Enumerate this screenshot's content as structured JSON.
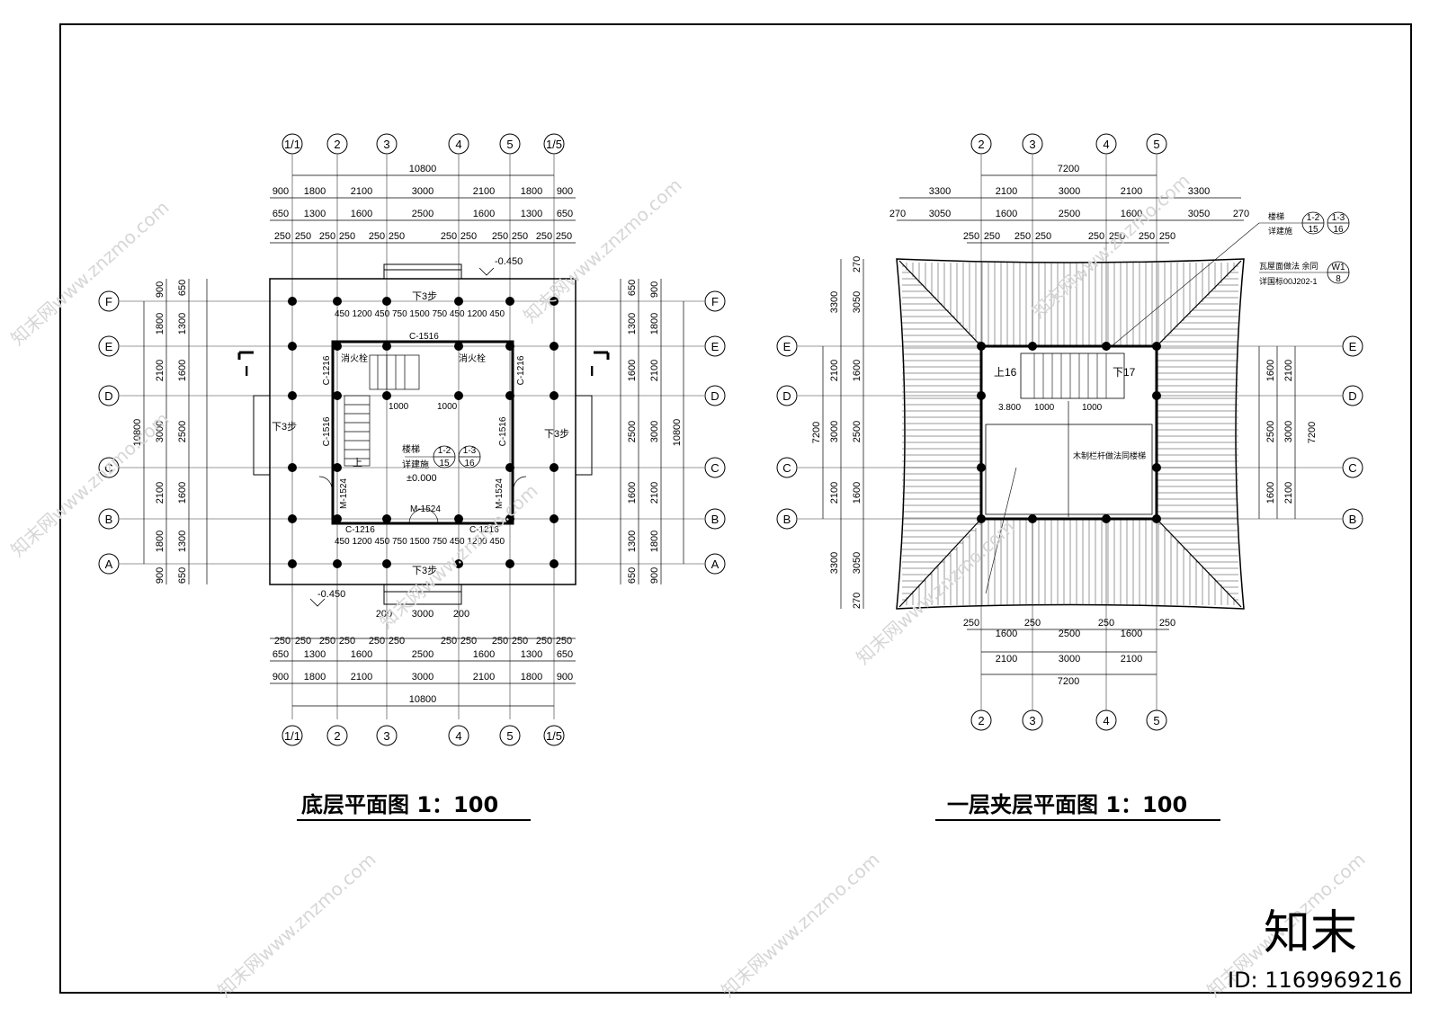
{
  "ground_plan": {
    "title": "底层平面图 1：100",
    "axes_top": [
      "1/1",
      "2",
      "3",
      "4",
      "5",
      "1/5"
    ],
    "axes_bottom": [
      "1/1",
      "2",
      "3",
      "4",
      "5",
      "1/5"
    ],
    "axes_left": [
      "F",
      "E",
      "D",
      "C",
      "B",
      "A"
    ],
    "axes_right": [
      "F",
      "E",
      "D",
      "C",
      "B",
      "A"
    ],
    "overall_dim": "10800",
    "row1": [
      "900",
      "1800",
      "2100",
      "3000",
      "2100",
      "1800",
      "900"
    ],
    "row2": [
      "650",
      "1300",
      "1600",
      "2500",
      "1600",
      "1300",
      "650"
    ],
    "row3": [
      "250",
      "250",
      "250",
      "250",
      "250",
      "250",
      "250",
      "250",
      "250",
      "250",
      "250",
      "250"
    ],
    "v_overall": "10800",
    "v_row1": [
      "900",
      "1800",
      "2100",
      "3000",
      "2100",
      "1800",
      "900"
    ],
    "v_row2": [
      "650",
      "1300",
      "1600",
      "2500",
      "1600",
      "1300",
      "650"
    ],
    "level_top": "-0.450",
    "level_bottom": "-0.450",
    "level_floor": "±0.000",
    "steps_top": "下3步",
    "steps_bottom": "下3步",
    "steps_left": "下3步",
    "steps_right": "下3步",
    "inner_top_dims": "450 1200 450 750 1500 750 450 1200 450",
    "inner_bottom_dims": "450 1200 450 750 1500 750 450 1200 450",
    "window_c1516_top": "C-1516",
    "window_c1216_left": "C-1216",
    "window_c1216_right": "C-1216",
    "window_c1516_left": "C-1516",
    "window_c1516_right": "C-1516",
    "window_c1216_bl": "C-1216",
    "window_c1216_br": "C-1216",
    "door_m1524_bottom": "M-1524",
    "door_m1524_left": "M-1524",
    "door_m1524_right": "M-1524",
    "hydrant_1": "消火栓",
    "hydrant_2": "消火栓",
    "dim_1000a": "1000",
    "dim_1000b": "1000",
    "stair_up": "上",
    "stair_note_1": "楼梯",
    "stair_note_2": "详建施",
    "stair_ref_a_top": "1-2",
    "stair_ref_a_bottom": "15",
    "stair_ref_b_top": "1-3",
    "stair_ref_b_bottom": "16",
    "section_mark": "I",
    "stair_bottom_dims": [
      "200",
      "3000",
      "200"
    ]
  },
  "mezz_plan": {
    "title": "一层夹层平面图 1：100",
    "axes_top": [
      "2",
      "3",
      "4",
      "5"
    ],
    "axes_bottom": [
      "2",
      "3",
      "4",
      "5"
    ],
    "axes_left": [
      "E",
      "D",
      "C",
      "B"
    ],
    "axes_right": [
      "E",
      "D",
      "C",
      "B"
    ],
    "overall_dim": "7200",
    "row1": [
      "3300",
      "2100",
      "3000",
      "2100",
      "3300"
    ],
    "row2": [
      "270",
      "3050",
      "1600",
      "2500",
      "1600",
      "3050",
      "270"
    ],
    "row3": [
      "250",
      "250",
      "250",
      "250",
      "250",
      "250",
      "250",
      "250"
    ],
    "v_overall": "7200",
    "v_row1": [
      "3300",
      "2100",
      "3000",
      "2100",
      "3300"
    ],
    "v_row2": [
      "270",
      "3050",
      "1600",
      "2500",
      "1600",
      "3050",
      "270"
    ],
    "bottom_row1": [
      "250",
      "1600",
      "250",
      "2500",
      "250",
      "1600",
      "250"
    ],
    "bottom_row2": [
      "2100",
      "3000",
      "2100"
    ],
    "up_label": "上16",
    "down_label": "下17",
    "level": "3.800",
    "dim_1000a": "1000",
    "dim_1000b": "1000",
    "rail_note": "木制栏杆做法同楼梯",
    "stair_note_1": "楼梯",
    "stair_note_2": "详建施",
    "ref_a_top": "1-2",
    "ref_a_bottom": "15",
    "ref_b_top": "1-3",
    "ref_b_bottom": "16",
    "roof_note_1": "瓦屋面做法 余同",
    "roof_note_2": "详国标00J202-1",
    "roof_ref_top": "W1",
    "roof_ref_bottom": "8"
  },
  "watermark": {
    "text": "知末网www.znzmo.com",
    "logo": "知末",
    "id": "ID: 1169969216"
  }
}
